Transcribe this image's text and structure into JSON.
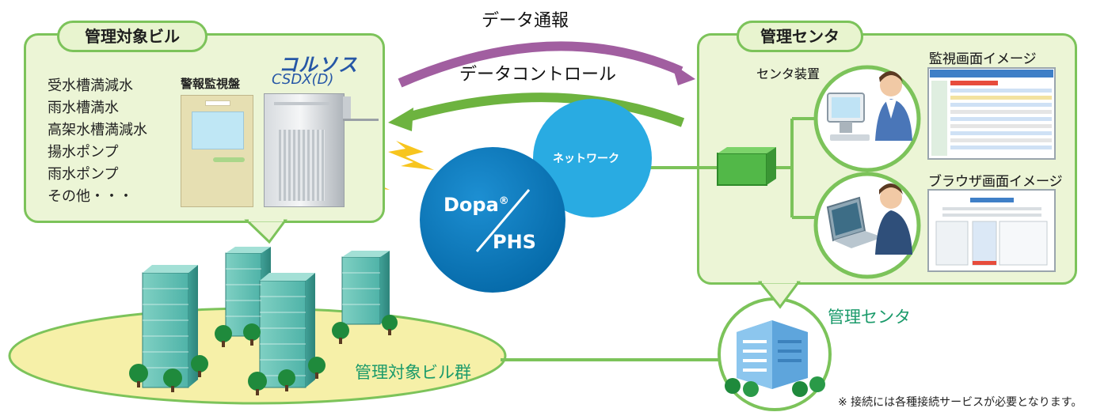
{
  "left_panel": {
    "title": "管理対象ビル",
    "items": [
      "受水槽満減水",
      "雨水槽満水",
      "高架水槽満減水",
      "揚水ポンプ",
      "雨水ポンプ",
      "その他・・・"
    ],
    "panel_label": "警報監視盤",
    "brand_logo": "コルソス",
    "brand_model": "CSDX(D)"
  },
  "arrows": {
    "top_label": "データ通報",
    "bottom_label": "データコントロール"
  },
  "network": {
    "network_label": "ネットワーク",
    "dopa_label": "Dopa",
    "registered_mark": "®",
    "phs_label": "PHS"
  },
  "right_panel": {
    "title": "管理センタ",
    "device_label": "センタ装置",
    "monitor_caption": "監視画面イメージ",
    "browser_caption": "ブラウザ画面イメージ"
  },
  "center_building_label": "管理センタ",
  "building_group_label": "管理対象ビル群",
  "footnote": "※ 接続には各種接続サービスが必要となります。",
  "colors": {
    "panel_border": "#7cc35a",
    "panel_bg": "#ecf5d6",
    "arrow_purple": "#a15ea0",
    "arrow_green": "#6db33f",
    "dopa_circle": "#0a7cc0",
    "network_circle": "#29abe2",
    "ground": "#f6f0a8",
    "teal_text": "#1a9a6a"
  }
}
